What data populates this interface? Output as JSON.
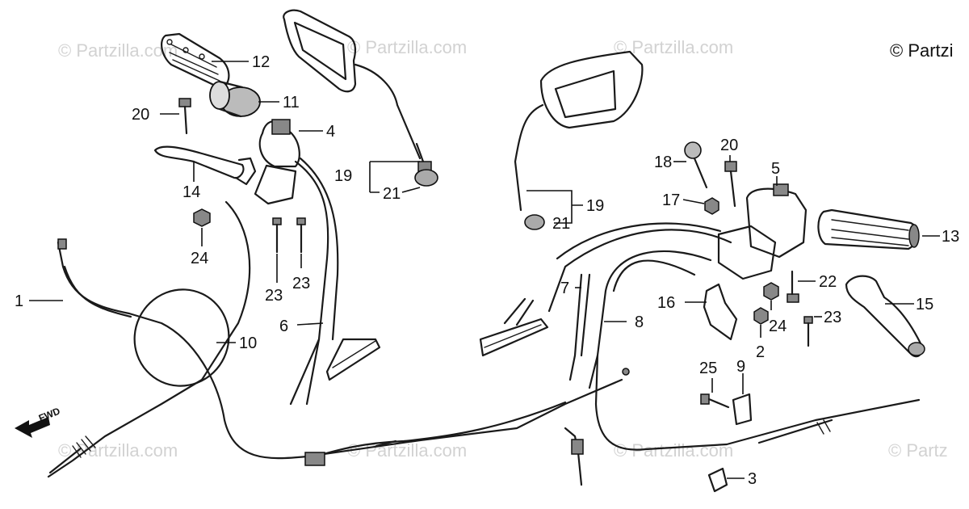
{
  "copyright": "© Partzi",
  "watermarks": [
    "© Partzilla.com",
    "© Partzilla.com",
    "© Partzilla.com",
    "© Partzilla.com",
    "© Partzilla.com",
    "© Partzilla.com",
    "© Partz"
  ],
  "fwd_label": "FWD",
  "callouts": [
    "12",
    "11",
    "20",
    "4",
    "14",
    "19",
    "21",
    "24",
    "23",
    "23",
    "6",
    "1",
    "10",
    "18",
    "20",
    "5",
    "17",
    "19",
    "21",
    "13",
    "7",
    "8",
    "22",
    "16",
    "24",
    "23",
    "15",
    "2",
    "25",
    "9",
    "3"
  ]
}
